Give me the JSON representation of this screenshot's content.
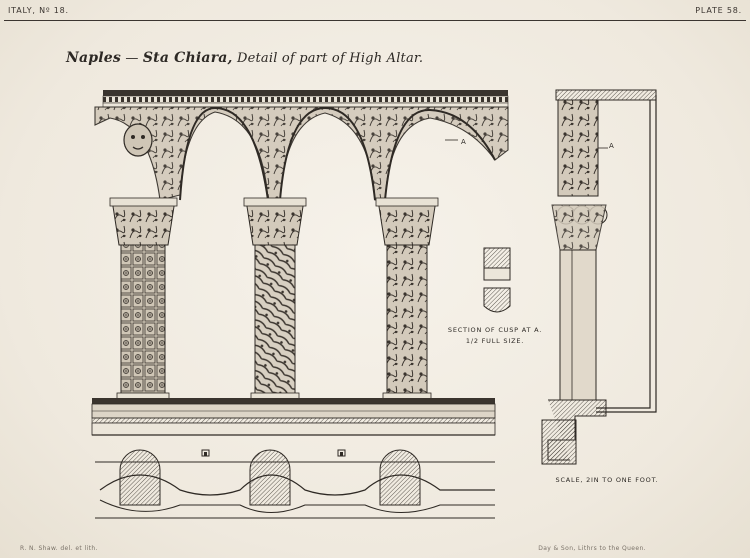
{
  "header": {
    "left": "ITALY, Nº 18.",
    "right": "PLATE 58."
  },
  "title": {
    "place": "Naples",
    "church": "Sta Chiara,",
    "subject": "Detail of part of High Altar."
  },
  "captions": {
    "section": "SECTION OF CUSP AT A.",
    "section_scale": "1/2 FULL SIZE.",
    "scale": "SCALE, 2IN TO ONE FOOT.",
    "marker_a1": "A",
    "marker_a2": "A"
  },
  "footer": {
    "left": "R. N. Shaw. del. et lith.",
    "right": "Day & Son, Lithrs to the Queen."
  }
}
